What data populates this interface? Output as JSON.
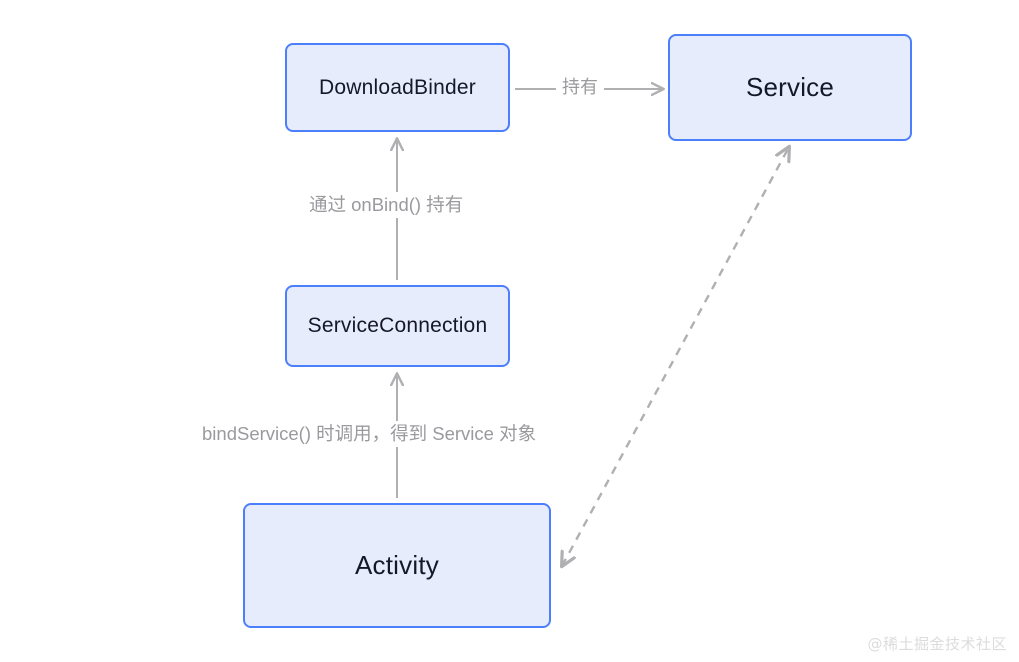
{
  "diagram": {
    "title": "Android Service binding relationship diagram",
    "background_color": "#ffffff",
    "node_fill_color": "#e7ecfd",
    "node_border_color": "#4c7ffb",
    "node_text_color": "#15172b",
    "edge_color": "#b0b0b3",
    "edge_label_color": "#9a9a9e",
    "nodes": [
      {
        "id": "downloadbinder",
        "label": "DownloadBinder"
      },
      {
        "id": "service",
        "label": "Service"
      },
      {
        "id": "serviceconnection",
        "label": "ServiceConnection"
      },
      {
        "id": "activity",
        "label": "Activity"
      }
    ],
    "edges": [
      {
        "id": "downloadbinder-to-service",
        "from": "DownloadBinder",
        "to": "Service",
        "label": "持有",
        "style": "solid",
        "arrows": "end"
      },
      {
        "id": "serviceconnection-to-downloadbinder",
        "from": "ServiceConnection",
        "to": "DownloadBinder",
        "label": "通过 onBind() 持有",
        "style": "solid",
        "arrows": "end"
      },
      {
        "id": "activity-to-serviceconnection",
        "from": "Activity",
        "to": "ServiceConnection",
        "label": "bindService() 时调用，得到 Service 对象",
        "style": "solid",
        "arrows": "end"
      },
      {
        "id": "activity-service-dashed",
        "from": "Activity",
        "to": "Service",
        "label": "",
        "style": "dashed",
        "arrows": "both"
      }
    ]
  },
  "watermark": {
    "text": "@稀土掘金技术社区"
  }
}
